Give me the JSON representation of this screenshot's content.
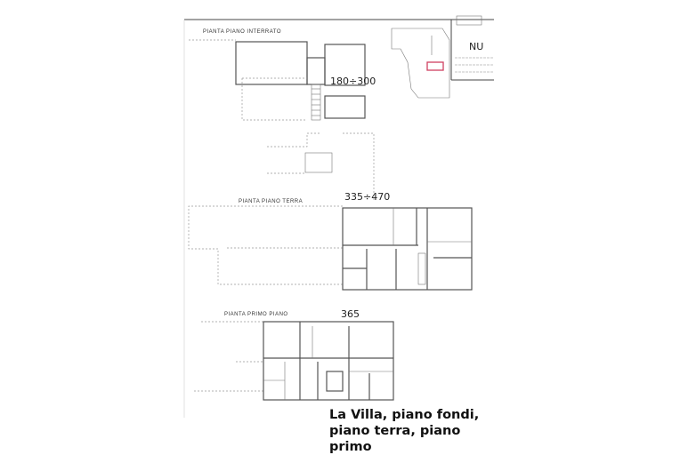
{
  "document": {
    "header_title_fragment": "NU",
    "sections": [
      {
        "title": "PIANTA  PIANO  INTERRATO",
        "height_note": "180÷300"
      },
      {
        "title": "PIANTA  PIANO  TERRA",
        "height_note": "335÷470"
      },
      {
        "title": "PIANTA  PRIMO  PIANO",
        "height_note": "365"
      }
    ],
    "highlight_color": "#d04060"
  },
  "caption": "La Villa, piano fondi, piano terra, piano primo"
}
